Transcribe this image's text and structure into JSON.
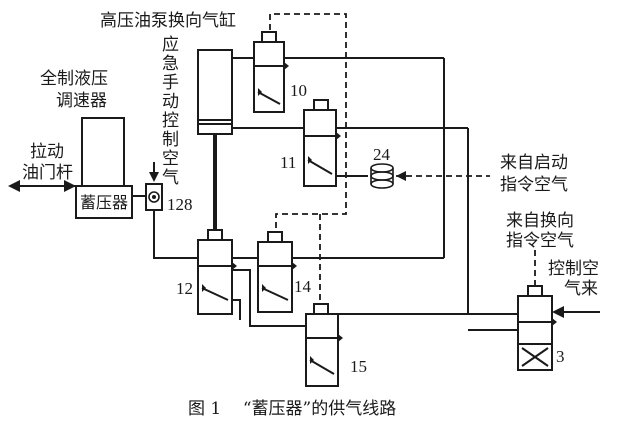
{
  "labels": {
    "cylinder": "高压油泵换向气缸",
    "emergency_v": [
      "应",
      "急",
      "手",
      "动",
      "控",
      "制",
      "空",
      "气"
    ],
    "governor_l1": "全制液压",
    "governor_l2": "调速器",
    "accumulator": "蓄压器",
    "rod_l1": "拉动",
    "rod_l2": "油门杆",
    "start_l1": "来自启动",
    "start_l2": "指令空气",
    "reverse_l1": "来自换向",
    "reverse_l2": "指令空气",
    "ctrl_l1": "控制空",
    "ctrl_l2": "气来"
  },
  "numbers": {
    "n10": "10",
    "n11": "11",
    "n12": "12",
    "n14": "14",
    "n15": "15",
    "n24": "24",
    "n3": "3",
    "n128": "128"
  },
  "caption": "图 1    “蓄压器”的供气线路"
}
